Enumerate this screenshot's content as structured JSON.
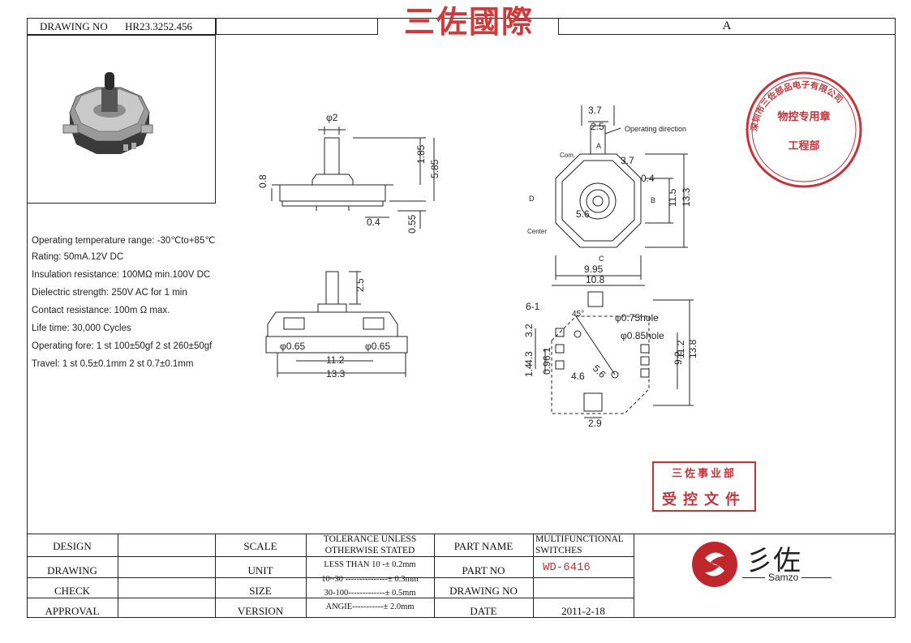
{
  "header": {
    "drawing_no_label": "DRAWING NO",
    "drawing_no_value": "HR23.3252.456",
    "company_title": "三佐國際",
    "revision": "A"
  },
  "specs": [
    "Operating temperature range: -30℃to+85℃",
    "Rating: 50mA.12V DC",
    "Insulation resistance: 100MΩ min.100V DC",
    "Dielectric strength: 250V AC for 1 min",
    "Contact resistance: 100m Ω max.",
    "Life time: 30,000 Cycles",
    "Operating fore: 1 st 100±50gf 2 st 260±50gf",
    "Travel: 1 st 0.5±0.1mm 2 st 0.7±0.1mm"
  ],
  "drawing": {
    "front": {
      "dia": "φ2",
      "h1": "1.85",
      "h2": "5.85",
      "left": "0.8",
      "pin": "0.4",
      "base": "0.55"
    },
    "side": {
      "h": "2.5",
      "d1": "φ0.65",
      "d2": "φ0.65",
      "pitch": "11.2",
      "width": "13.3"
    },
    "top": {
      "w1": "3.7",
      "w2": "2.5",
      "op_dir": "Operating direction",
      "com": "Com.",
      "center": "Center",
      "d37": "3.7",
      "d04": "0.4",
      "d56": "5.6",
      "h115": "11.5",
      "h133": "13.3",
      "w995": "9.95",
      "w108": "10.8",
      "A": "A",
      "B": "B",
      "C": "C",
      "D": "D"
    },
    "pcb": {
      "label": "6-1",
      "angle": "45°",
      "hole1": "φ0.75hole",
      "hole2": "φ0.85hole",
      "d43": "4.3",
      "d32": "3.2",
      "d14": "1.4",
      "d61": "6.1",
      "d09": "0.9",
      "d46": "4.6",
      "d56": "5.6",
      "d92": "9.2",
      "d112": "11.2",
      "d138": "13.8",
      "d29": "2.9"
    }
  },
  "stamps": {
    "round_outer": "深圳市三佐部品电子有限公司",
    "round_mid": "物控专用章",
    "round_inner": "工程部",
    "rect_top": "三佐事业部",
    "rect_bottom": "受控文件"
  },
  "title_block": {
    "design": "DESIGN",
    "drawing": "DRAWING",
    "check": "CHECK",
    "approval": "APPROVAL",
    "scale": "SCALE",
    "unit": "UNIT",
    "size": "SIZE",
    "version": "VERSION",
    "tolerance_1": "TOLERANCE UNLESS",
    "tolerance_2": "OTHERWISE STATED",
    "tol_a": "LESS THAN 10 -± 0.2mm",
    "tol_b": "10~30 ---------------± 0.3mm",
    "tol_c": "30-100-------------± 0.5mm",
    "tol_d": "ANGIE-----------± 2.0mm",
    "part_name": "PART NAME",
    "part_name_value_1": "MULTIFUNCTIONAL",
    "part_name_value_2": "SWITCHES",
    "part_no": "PART NO",
    "part_no_value": "WD-6416",
    "drawing_no": "DRAWING NO",
    "date": "DATE",
    "date_value": "2011-2-18",
    "logo_cn": "彡佐",
    "logo_en": "Samzo"
  },
  "colors": {
    "stamp_red": "#c4343a",
    "title_red": "#d1393a",
    "logo_red": "#c0272d"
  }
}
